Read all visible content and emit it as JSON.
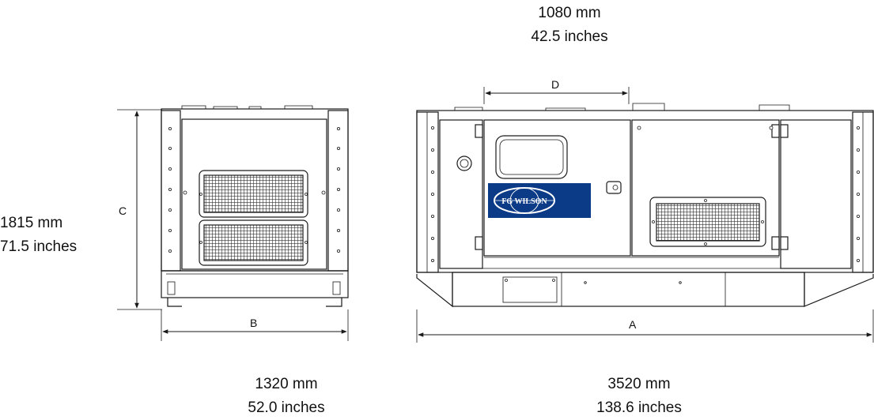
{
  "dimensions": {
    "top": {
      "mm": "1080 mm",
      "inches": "42.5 inches"
    },
    "left": {
      "mm": "1815 mm",
      "inches": "71.5 inches"
    },
    "bottom_left": {
      "mm": "1320 mm",
      "inches": "52.0 inches"
    },
    "bottom_right": {
      "mm": "3520 mm",
      "inches": "138.6 inches"
    }
  },
  "labels": {
    "a": "A",
    "b": "B",
    "c": "C",
    "d": "D"
  },
  "logo": {
    "text": "FG WILSON",
    "bg": "#0b3a86",
    "fg": "#ffffff"
  }
}
